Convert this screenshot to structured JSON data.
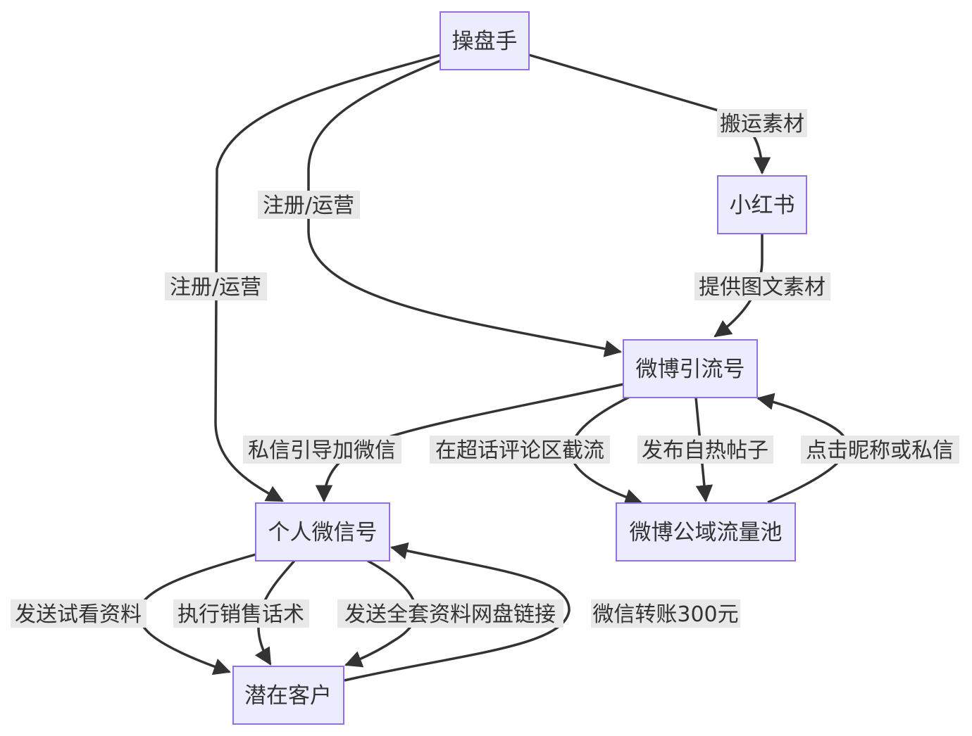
{
  "diagram": {
    "type": "flowchart",
    "nodes": [
      {
        "id": "caopanshou",
        "label": "操盘手"
      },
      {
        "id": "xiaohongshu",
        "label": "小红书"
      },
      {
        "id": "weibo_yinliu",
        "label": "微博引流号"
      },
      {
        "id": "geren_weixin",
        "label": "个人微信号"
      },
      {
        "id": "weibo_gongyu",
        "label": "微博公域流量池"
      },
      {
        "id": "qianzai_kehu",
        "label": "潜在客户"
      }
    ],
    "edges": [
      {
        "id": "e1",
        "from": "caopanshou",
        "to": "xiaohongshu",
        "label": "搬运素材"
      },
      {
        "id": "e2",
        "from": "caopanshou",
        "to": "weibo_yinliu",
        "label": "注册/运营"
      },
      {
        "id": "e3",
        "from": "caopanshou",
        "to": "geren_weixin",
        "label": "注册/运营"
      },
      {
        "id": "e4",
        "from": "xiaohongshu",
        "to": "weibo_yinliu",
        "label": "提供图文素材"
      },
      {
        "id": "e5",
        "from": "weibo_yinliu",
        "to": "geren_weixin",
        "label": "私信引导加微信"
      },
      {
        "id": "e6",
        "from": "weibo_yinliu",
        "to": "weibo_gongyu",
        "label": "在超话评论区截流"
      },
      {
        "id": "e7",
        "from": "weibo_yinliu",
        "to": "weibo_gongyu",
        "label": "发布自热帖子"
      },
      {
        "id": "e8",
        "from": "weibo_gongyu",
        "to": "weibo_yinliu",
        "label": "点击昵称或私信"
      },
      {
        "id": "e9",
        "from": "geren_weixin",
        "to": "qianzai_kehu",
        "label": "发送试看资料"
      },
      {
        "id": "e10",
        "from": "geren_weixin",
        "to": "qianzai_kehu",
        "label": "执行销售话术"
      },
      {
        "id": "e11",
        "from": "geren_weixin",
        "to": "qianzai_kehu",
        "label": "发送全套资料网盘链接"
      },
      {
        "id": "e12",
        "from": "qianzai_kehu",
        "to": "geren_weixin",
        "label": "微信转账300元"
      }
    ]
  },
  "colors": {
    "node_fill": "#ECECFF",
    "node_stroke": "#9370DB",
    "edge": "#333333",
    "label_bg": "#e8e8e8",
    "text": "#333333"
  }
}
